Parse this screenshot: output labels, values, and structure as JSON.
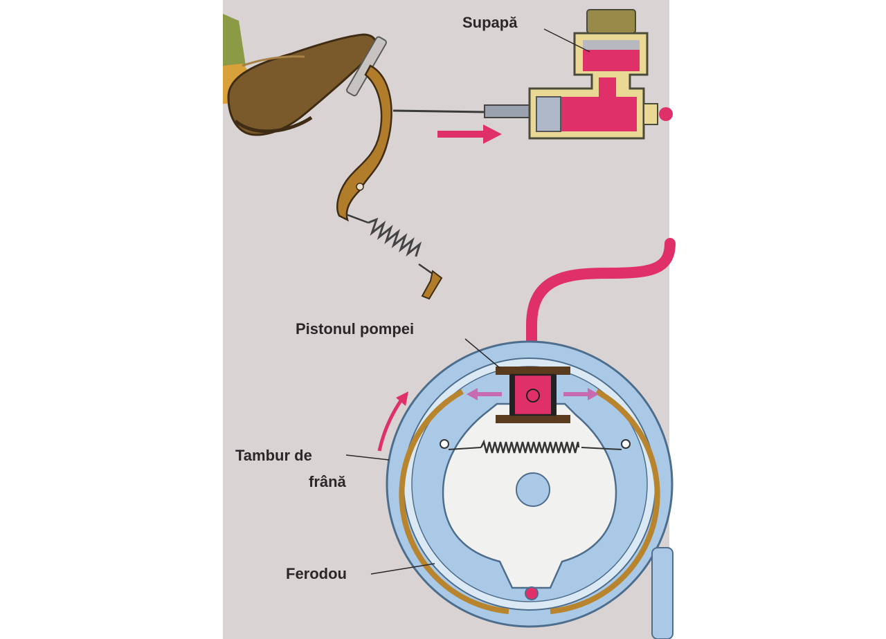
{
  "labels": {
    "valve": "Supapă",
    "pump_piston": "Pistonul pompei",
    "drum_line1": "Tambur de",
    "drum_line2": "frână",
    "lining": "Ferodou"
  },
  "colors": {
    "background": "#d9d3d3",
    "fluid": "#e0306a",
    "drum": "#a9c9e6",
    "drum_outline": "#4d6d8c",
    "lining": "#b8842e",
    "pedal": "#b27d2b",
    "boot": "#7a5a2a",
    "arrow": "#e0306a"
  },
  "icons": {
    "boot": "boot-icon",
    "pedal": "brake-pedal-icon",
    "spring": "return-spring-icon",
    "arrow": "push-arrow-icon"
  }
}
